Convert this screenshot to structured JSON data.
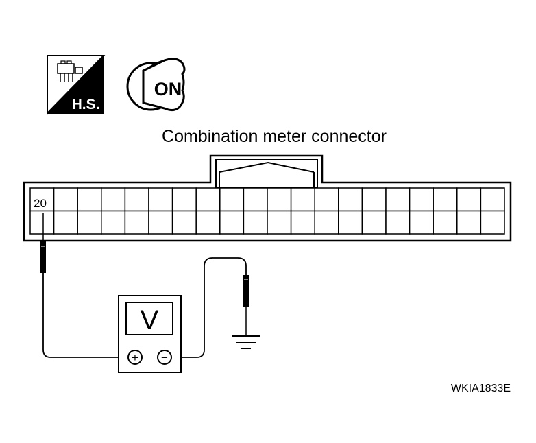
{
  "title": "Combination meter connector",
  "pin_label": "20",
  "figure_code": "WKIA1833E",
  "icons": {
    "harness_badge_text": "H.S.",
    "ignition_key_text": "ON"
  },
  "voltmeter": {
    "display": "V",
    "plus_symbol": "+",
    "minus_symbol": "−"
  },
  "connector": {
    "rows": 2,
    "columns": 20
  },
  "colors": {
    "line": "#000000",
    "background": "#ffffff"
  }
}
